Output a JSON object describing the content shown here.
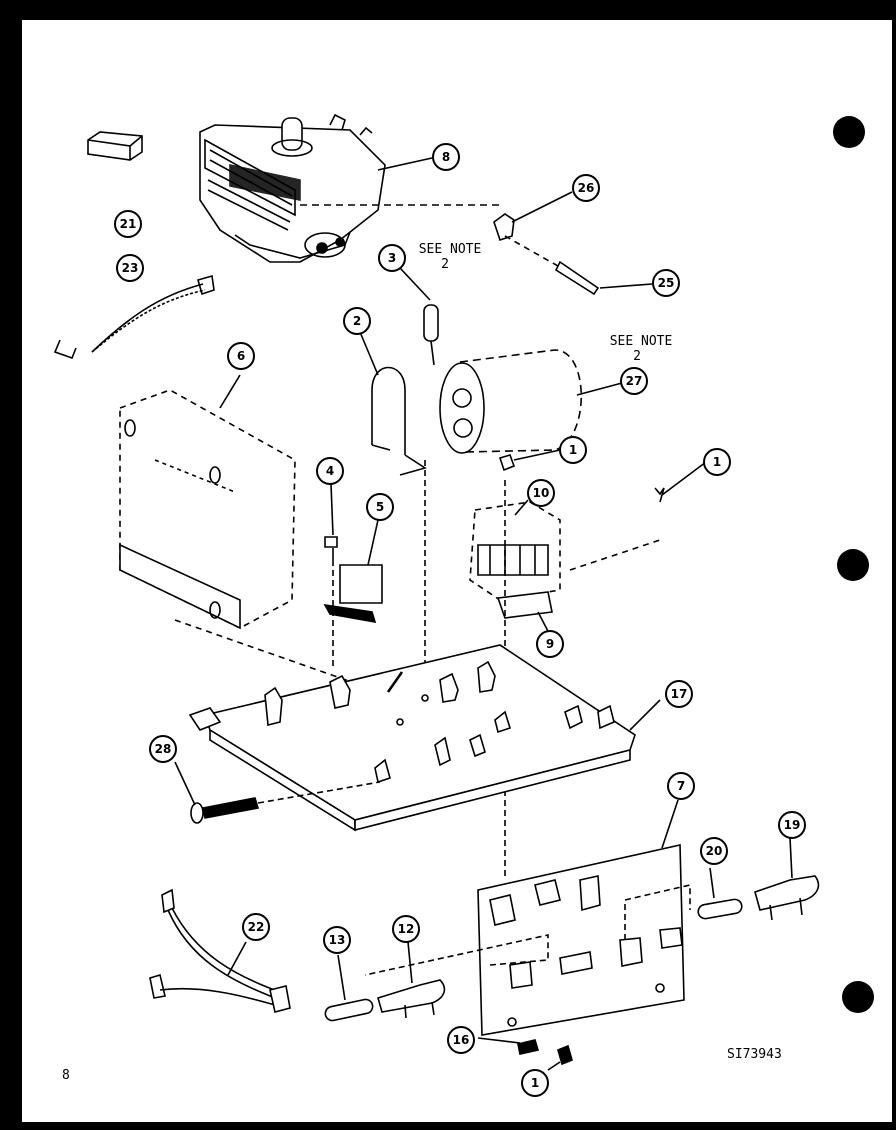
{
  "callouts": {
    "c21": "21",
    "c23": "23",
    "c8": "8",
    "c26": "26",
    "c3": "3",
    "c25": "25",
    "c2": "2",
    "c27": "27",
    "c6": "6",
    "c1a": "1",
    "c1b": "1",
    "c10": "10",
    "c4": "4",
    "c5": "5",
    "c9": "9",
    "c17": "17",
    "c28": "28",
    "c7": "7",
    "c20": "20",
    "c19": "19",
    "c22": "22",
    "c13": "13",
    "c12": "12",
    "c16": "16",
    "c1c": "1"
  },
  "notes": {
    "note_a_line1": "SEE NOTE",
    "note_a_line2": "2",
    "note_b_line1": "SEE NOTE",
    "note_b_line2": "2"
  },
  "footer": {
    "page_number": "8",
    "drawing_code": "SI73943"
  }
}
